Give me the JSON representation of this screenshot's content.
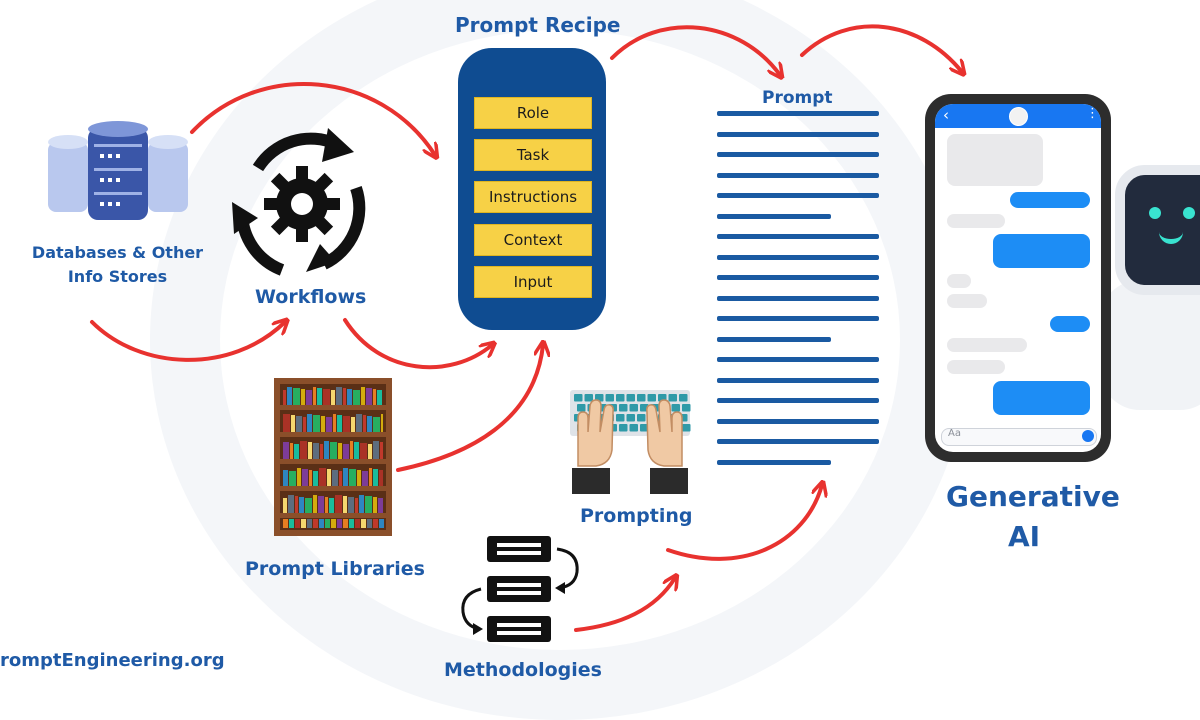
{
  "diagram": {
    "recipe_title": "Prompt Recipe",
    "recipe_items": [
      "Role",
      "Task",
      "Instructions",
      "Context",
      "Input"
    ],
    "prompt_label": "Prompt",
    "generative_ai_line1": "Generative",
    "generative_ai_line2": "AI",
    "databases_line1": "Databases & Other",
    "databases_line2": "Info Stores",
    "workflows": "Workflows",
    "prompt_libraries": "Prompt Libraries",
    "prompting": "Prompting",
    "methodologies": "Methodologies",
    "footer_site": "romptEngineering.org"
  },
  "phone": {
    "composer_placeholder": "Aa"
  },
  "colors": {
    "brand_blue": "#1f5aa6",
    "recipe_bg": "#0f4c91",
    "recipe_item": "#f7d146",
    "arrow_red": "#e8322f",
    "chat_blue": "#1d8df5"
  }
}
